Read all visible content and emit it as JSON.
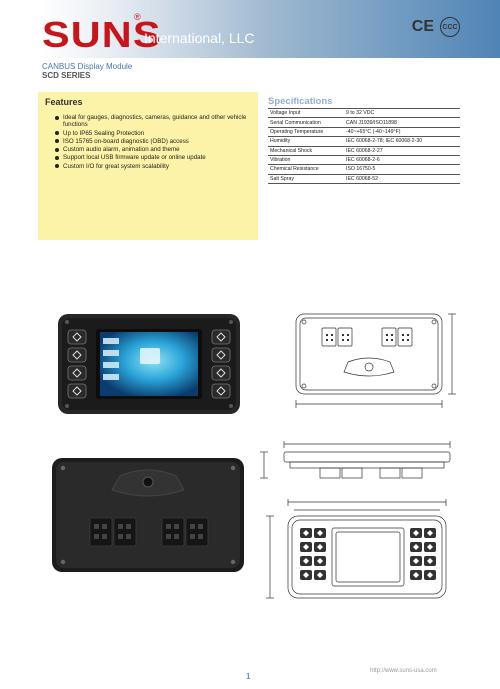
{
  "header": {
    "logo": "SUNS",
    "registered": "®",
    "company": "International, LLC",
    "cert_ce": "CE",
    "cert_ccc": "CCC"
  },
  "product": {
    "module_title": "CANBUS Display Module",
    "series": "SCD SERIES"
  },
  "features": {
    "heading": "Features",
    "items": [
      "Ideal for gauges, diagnostics, cameras, guidance and other vehicle functions",
      "Up to IP65 Sealing Protection",
      "ISO 15765 on-board diagnostic (OBD) access",
      "Custom audio alarm, animation and theme",
      "Support local USB firmware update or online update",
      "Custom I/O for great system scalability"
    ]
  },
  "specifications": {
    "heading": "Specifications",
    "rows": [
      [
        "Voltage Input",
        "9 to 32 VDC"
      ],
      [
        "Serial Communication",
        "CAN J1939/ISO11898"
      ],
      [
        "Operating Temperature",
        "-40~+65°C  (-40~149°F)"
      ],
      [
        "Humidity",
        "IEC 60068-2-78; IEC 60068-2-30"
      ],
      [
        "Mechanical Shock",
        "IEC 60068-2-27"
      ],
      [
        "Vibration",
        "IEC 60068-2-6"
      ],
      [
        "Chemical Resistance",
        "ISO 16750-5"
      ],
      [
        "Salt Spray",
        "IEC 60068-52"
      ]
    ]
  },
  "footer": {
    "url": "http://www.suns-usa.com",
    "page": "1"
  },
  "colors": {
    "brand_red": "#c8141b",
    "features_bg": "#fcf2a8",
    "header_blue": "#4f84b6"
  }
}
